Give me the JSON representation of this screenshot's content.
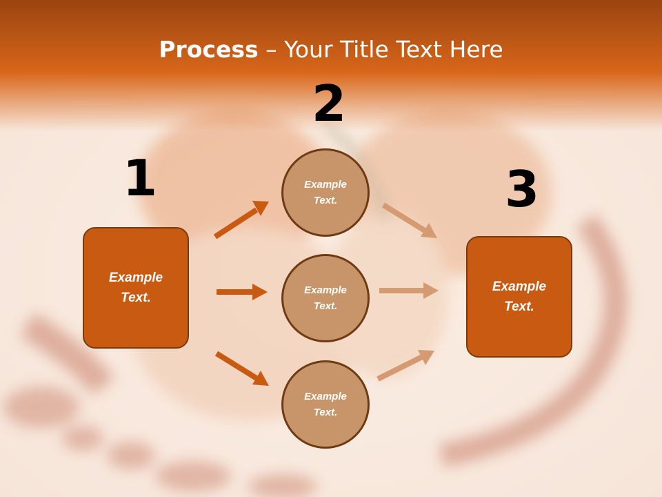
{
  "title": {
    "bold": "Process",
    "rest": " – Your Title Text Here"
  },
  "steps": {
    "one": "1",
    "two": "2",
    "three": "3"
  },
  "left_box": {
    "text": "Example\nText."
  },
  "circles": [
    {
      "text": "Example\nText."
    },
    {
      "text": "Example\nText."
    },
    {
      "text": "Example\nText."
    }
  ],
  "right_box": {
    "text": "Example\nText."
  },
  "colors": {
    "header": "#c95a12",
    "box": "#c85a12",
    "circle": "#c8956a",
    "arrow_left": "#c85a12",
    "arrow_right": "#d49a72"
  }
}
